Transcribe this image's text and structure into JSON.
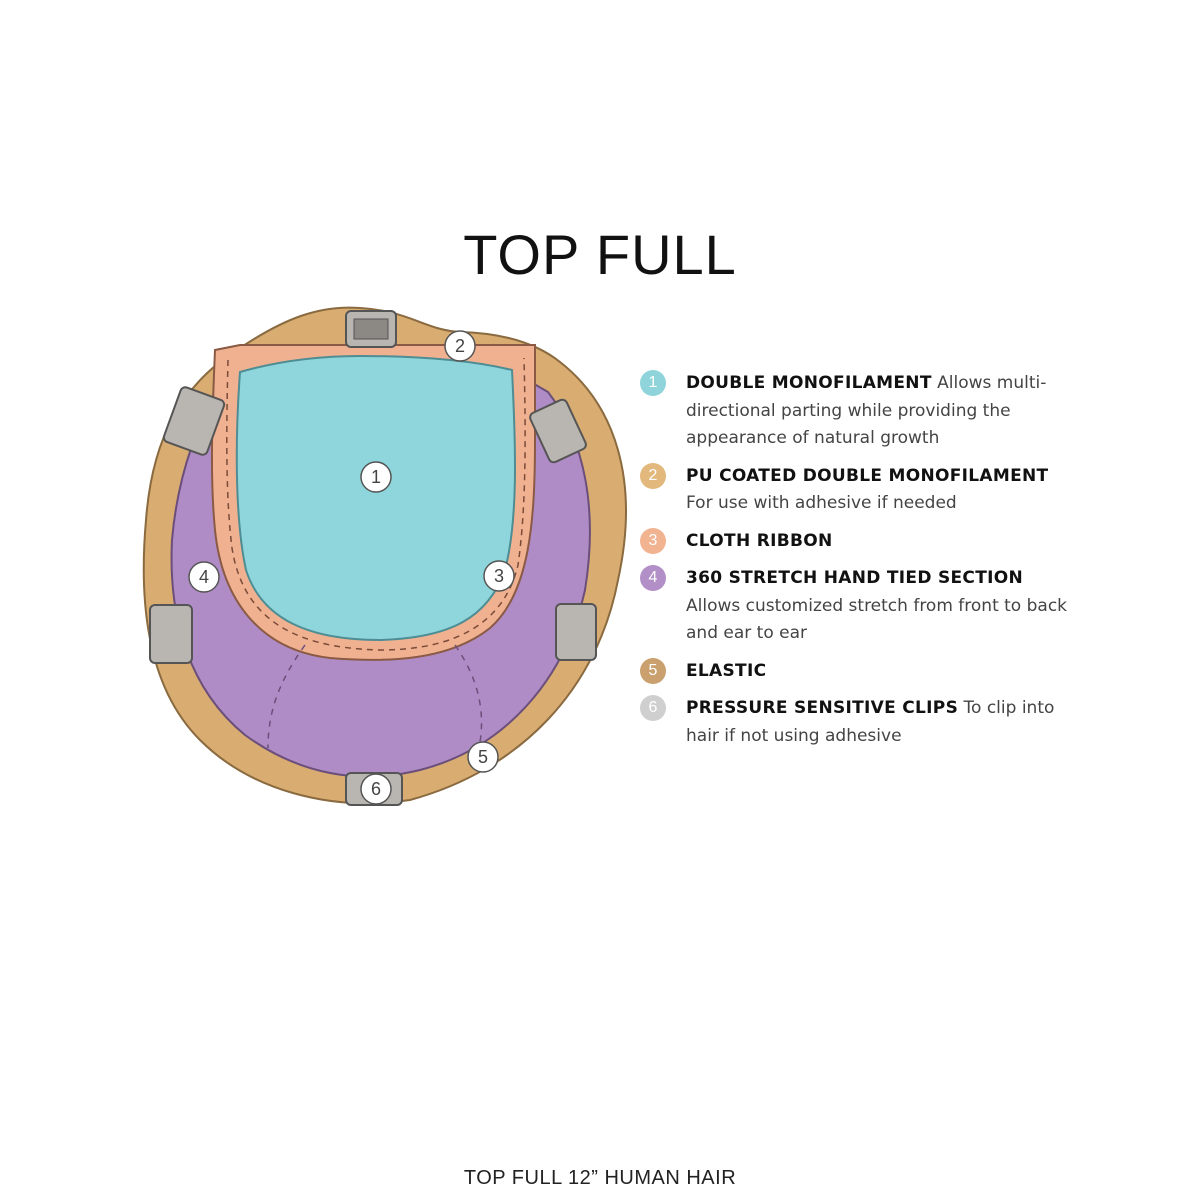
{
  "title": "TOP FULL",
  "footer": "TOP FULL 12” HUMAN HAIR",
  "colors": {
    "double_monofilament": "#8fd4da",
    "pu_coated": "#e2b87c",
    "cloth_ribbon": "#f2b391",
    "stretch_section": "#b28fc7",
    "elastic": "#c9a06e",
    "clips": "#cfcfcf"
  },
  "callouts": [
    "1",
    "2",
    "3",
    "4",
    "5",
    "6"
  ],
  "legend": [
    {
      "number": "1",
      "heading": "DOUBLE MONOFILAMENT",
      "body": "Allows multi-directional parting while providing the appearance of natural growth",
      "color": "#8fd4da"
    },
    {
      "number": "2",
      "heading": "PU COATED DOUBLE MONOFILAMENT",
      "body": "For use with adhesive if needed",
      "color": "#e2b87c"
    },
    {
      "number": "3",
      "heading": "CLOTH RIBBON",
      "body": "",
      "color": "#f2b391"
    },
    {
      "number": "4",
      "heading": "360 STRETCH HAND TIED SECTION",
      "body": "Allows customized stretch from front to back and ear to ear",
      "color": "#b28fc7"
    },
    {
      "number": "5",
      "heading": "ELASTIC",
      "body": "",
      "color": "#c9a06e"
    },
    {
      "number": "6",
      "heading": "PRESSURE SENSITIVE CLIPS",
      "body": "To clip into hair if not using adhesive",
      "color": "#cfcfcf"
    }
  ]
}
